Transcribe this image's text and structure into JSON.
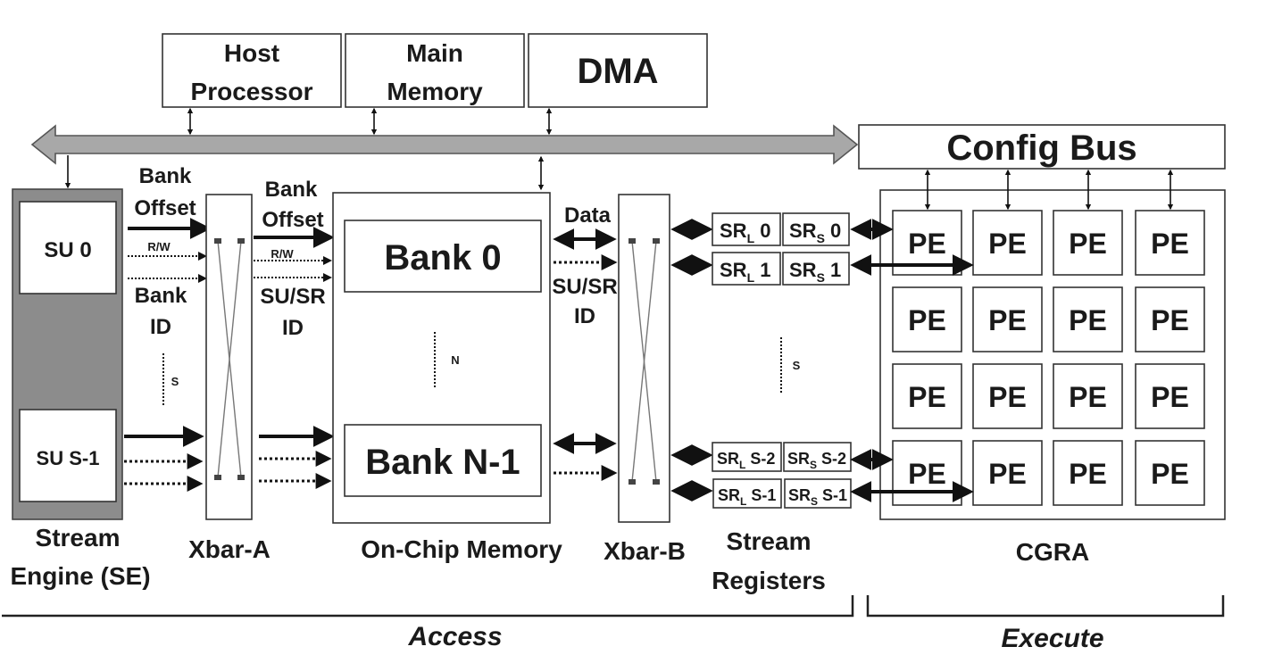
{
  "top": {
    "host_l1": "Host",
    "host_l2": "Processor",
    "mem_l1": "Main",
    "mem_l2": "Memory",
    "dma": "DMA",
    "config_bus": "Config Bus"
  },
  "se": {
    "su0": "SU 0",
    "sus1": "SU S-1",
    "label_l1": "Stream",
    "label_l2": "Engine (SE)",
    "dots": "S"
  },
  "xa": {
    "bank_offset_l1": "Bank",
    "bank_offset_l2": "Offset",
    "rw": "R/W",
    "bank_id_l1": "Bank",
    "bank_id_l2": "ID",
    "label": "Xbar-A"
  },
  "mem": {
    "offset_l1": "Bank",
    "offset_l2": "Offset",
    "rw": "R/W",
    "susr_l1": "SU/SR",
    "susr_l2": "ID",
    "bank0": "Bank 0",
    "bankn": "Bank N-1",
    "dots": "N",
    "label": "On-Chip Memory"
  },
  "xb": {
    "data": "Data",
    "susr_l1": "SU/SR",
    "susr_l2": "ID",
    "label": "Xbar-B"
  },
  "sr": {
    "prefix": "SR",
    "sub_l": "L",
    "sub_s": "S",
    "rows": [
      "0",
      "1",
      "S-2",
      "S-1"
    ],
    "dots": "S",
    "label_l1": "Stream",
    "label_l2": "Registers"
  },
  "cgra": {
    "pe": "PE",
    "label": "CGRA"
  },
  "bottom": {
    "access": "Access",
    "execute": "Execute"
  }
}
